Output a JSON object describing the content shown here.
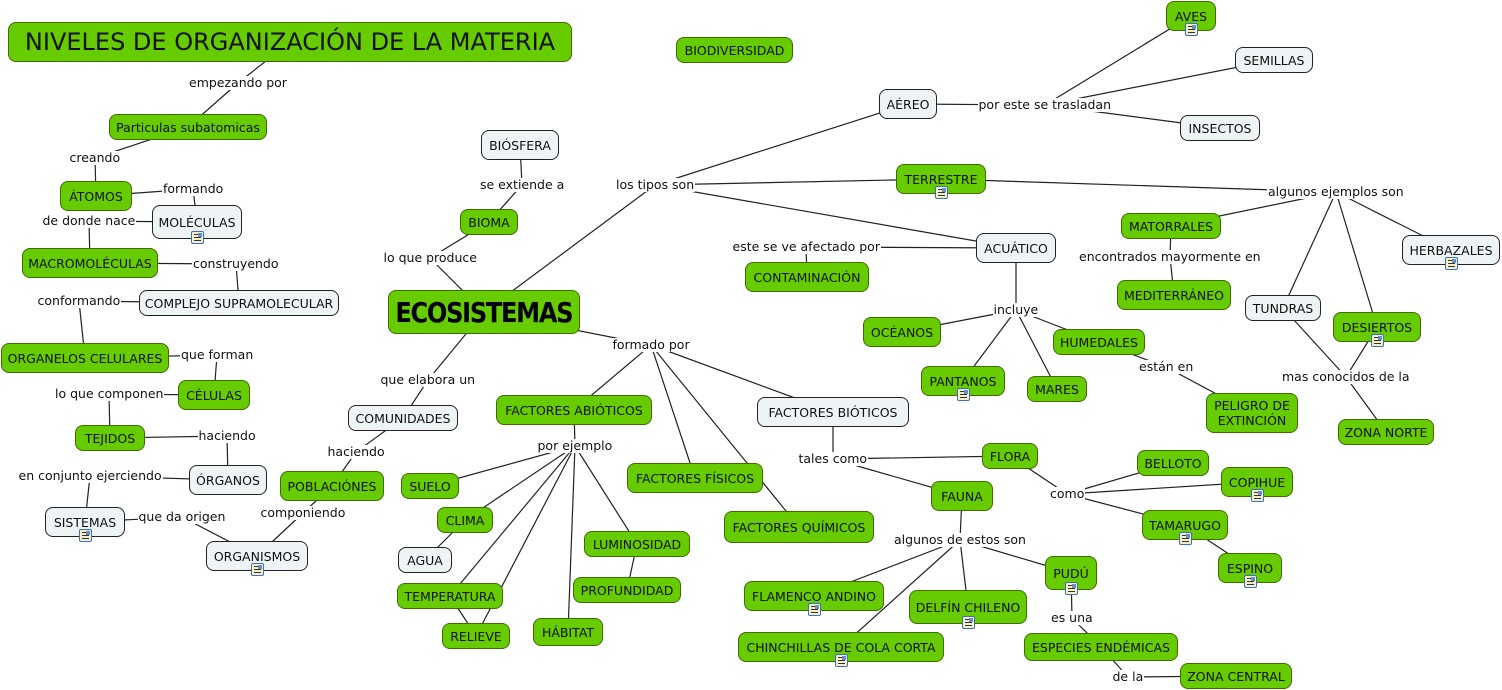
{
  "diagram": {
    "concepts": [
      {
        "id": "niveles",
        "text": "NIVELES DE ORGANIZACIÓN DE LA MATERIA",
        "style": "green"
      },
      {
        "id": "particulas",
        "text": "Particulas subatomicas",
        "style": "green"
      },
      {
        "id": "atomos",
        "text": "ÁTOMOS",
        "style": "green"
      },
      {
        "id": "moleculas",
        "text": "MOLÉCULAS",
        "style": "white",
        "resource": true
      },
      {
        "id": "macro",
        "text": "MACROMOLÉCULAS",
        "style": "green"
      },
      {
        "id": "complejo",
        "text": "COMPLEJO SUPRAMOLECULAR",
        "style": "white"
      },
      {
        "id": "organelos",
        "text": "ORGANELOS CELULARES",
        "style": "green"
      },
      {
        "id": "celulas",
        "text": "CÉLULAS",
        "style": "green"
      },
      {
        "id": "tejidos",
        "text": "TEJIDOS",
        "style": "green"
      },
      {
        "id": "organos",
        "text": "ÓRGANOS",
        "style": "white"
      },
      {
        "id": "sistemas",
        "text": "SISTEMAS",
        "style": "white",
        "resource": true
      },
      {
        "id": "organismos",
        "text": "ORGANISMOS",
        "style": "white",
        "resource": true
      },
      {
        "id": "poblaciones",
        "text": "POBLACIÓNES",
        "style": "green"
      },
      {
        "id": "comunidades",
        "text": "COMUNIDADES",
        "style": "white"
      },
      {
        "id": "ecosistemas",
        "text": "ECOSISTEMAS",
        "style": "green"
      },
      {
        "id": "bioma",
        "text": "BIOMA",
        "style": "green"
      },
      {
        "id": "biosfera",
        "text": "BIÓSFERA",
        "style": "white"
      },
      {
        "id": "biodiversidad",
        "text": "BIODIVERSIDAD",
        "style": "green"
      },
      {
        "id": "aereo",
        "text": "AÉREO",
        "style": "white"
      },
      {
        "id": "aves",
        "text": "AVES",
        "style": "green",
        "resource": true
      },
      {
        "id": "semillas",
        "text": "SEMILLAS",
        "style": "white"
      },
      {
        "id": "insectos",
        "text": "INSECTOS",
        "style": "white"
      },
      {
        "id": "terrestre",
        "text": "TERRESTRE",
        "style": "green",
        "resource": true
      },
      {
        "id": "acuatico",
        "text": "ACUÁTICO",
        "style": "white"
      },
      {
        "id": "contaminacion",
        "text": "CONTAMINACIÓN",
        "style": "green"
      },
      {
        "id": "oceanos",
        "text": "OCÉANOS",
        "style": "green"
      },
      {
        "id": "pantanos",
        "text": "PANTANOS",
        "style": "green",
        "resource": true
      },
      {
        "id": "mares",
        "text": "MARES",
        "style": "green"
      },
      {
        "id": "humedales",
        "text": "HUMEDALES",
        "style": "green"
      },
      {
        "id": "peligro",
        "text": "PELIGRO DE EXTINCIÓN",
        "style": "green"
      },
      {
        "id": "matorrales",
        "text": "MATORRALES",
        "style": "green"
      },
      {
        "id": "mediterraneo",
        "text": "MEDITERRÁNEO",
        "style": "green"
      },
      {
        "id": "herbazales",
        "text": "HERBAZALES",
        "style": "white",
        "resource": true
      },
      {
        "id": "tundras",
        "text": "TUNDRAS",
        "style": "white"
      },
      {
        "id": "desiertos",
        "text": "DESIERTOS",
        "style": "green",
        "resource": true
      },
      {
        "id": "zonanorte",
        "text": "ZONA NORTE",
        "style": "green"
      },
      {
        "id": "abioticos",
        "text": "FACTORES ABIÓTICOS",
        "style": "green"
      },
      {
        "id": "bioticos",
        "text": "FACTORES BIÓTICOS",
        "style": "white"
      },
      {
        "id": "fisicos",
        "text": "FACTORES FÍSICOS",
        "style": "green"
      },
      {
        "id": "quimicos",
        "text": "FACTORES QUÍMICOS",
        "style": "green"
      },
      {
        "id": "suelo",
        "text": "SUELO",
        "style": "green"
      },
      {
        "id": "clima",
        "text": "CLIMA",
        "style": "green"
      },
      {
        "id": "agua",
        "text": "AGUA",
        "style": "white"
      },
      {
        "id": "temperatura",
        "text": "TEMPERATURA",
        "style": "green"
      },
      {
        "id": "relieve",
        "text": "RELIEVE",
        "style": "green"
      },
      {
        "id": "habitat",
        "text": "HÁBITAT",
        "style": "green"
      },
      {
        "id": "luminosidad",
        "text": "LUMINOSIDAD",
        "style": "green"
      },
      {
        "id": "profundidad",
        "text": "PROFUNDIDAD",
        "style": "green"
      },
      {
        "id": "flora",
        "text": "FLORA",
        "style": "green"
      },
      {
        "id": "fauna",
        "text": "FAUNA",
        "style": "green"
      },
      {
        "id": "belloto",
        "text": "BELLOTO",
        "style": "green"
      },
      {
        "id": "copihue",
        "text": "COPIHUE",
        "style": "green",
        "resource": true
      },
      {
        "id": "tamarugo",
        "text": "TAMARUGO",
        "style": "green",
        "resource": true
      },
      {
        "id": "espino",
        "text": "ESPINO",
        "style": "green",
        "resource": true
      },
      {
        "id": "flamenco",
        "text": "FLAMENCO ANDINO",
        "style": "green",
        "resource": true
      },
      {
        "id": "delfin",
        "text": "DELFÍN CHILENO",
        "style": "green",
        "resource": true
      },
      {
        "id": "chinchillas",
        "text": "CHINCHILLAS DE COLA CORTA",
        "style": "green",
        "resource": true
      },
      {
        "id": "pudu",
        "text": "PUDÚ",
        "style": "green",
        "resource": true
      },
      {
        "id": "endemicas",
        "text": "ESPECIES ENDÉMICAS",
        "style": "green"
      },
      {
        "id": "zonacentral",
        "text": "ZONA CENTRAL",
        "style": "green"
      }
    ],
    "linking_phrases": [
      {
        "id": "l_empezando",
        "text": "empezando por"
      },
      {
        "id": "l_creando",
        "text": "creando"
      },
      {
        "id": "l_formando",
        "text": "formando"
      },
      {
        "id": "l_dedonde",
        "text": "de donde nace"
      },
      {
        "id": "l_construyendo",
        "text": "construyendo"
      },
      {
        "id": "l_conformando",
        "text": "conformando"
      },
      {
        "id": "l_queforman",
        "text": "que forman"
      },
      {
        "id": "l_loquecomponen",
        "text": "lo que componen"
      },
      {
        "id": "l_haciendo1",
        "text": "haciendo"
      },
      {
        "id": "l_enconjunto",
        "text": "en conjunto ejerciendo"
      },
      {
        "id": "l_quedaorigen",
        "text": "que da origen"
      },
      {
        "id": "l_componiendo",
        "text": "componiendo"
      },
      {
        "id": "l_haciendo2",
        "text": "haciendo"
      },
      {
        "id": "l_queelabora",
        "text": "que elabora un"
      },
      {
        "id": "l_loqueproduce",
        "text": "lo que produce"
      },
      {
        "id": "l_seextiende",
        "text": "se extiende a"
      },
      {
        "id": "l_lostipos",
        "text": "los tipos son"
      },
      {
        "id": "l_porestese",
        "text": "por este se trasladan"
      },
      {
        "id": "l_algunosej",
        "text": "algunos ejemplos son"
      },
      {
        "id": "l_afectado",
        "text": "este se ve afectado por"
      },
      {
        "id": "l_incluye",
        "text": "incluye"
      },
      {
        "id": "l_estanen",
        "text": "están en"
      },
      {
        "id": "l_encontrados",
        "text": "encontrados mayormente en"
      },
      {
        "id": "l_masconocidos",
        "text": "mas conocidos de la"
      },
      {
        "id": "l_formadopor",
        "text": "formado por"
      },
      {
        "id": "l_porejemplo",
        "text": "por ejemplo"
      },
      {
        "id": "l_talescomo",
        "text": "tales como"
      },
      {
        "id": "l_como",
        "text": "como"
      },
      {
        "id": "l_algunosestos",
        "text": "algunos de estos son"
      },
      {
        "id": "l_esuna",
        "text": "es una"
      },
      {
        "id": "l_dela",
        "text": "de la"
      }
    ],
    "connections": [
      [
        "niveles",
        "l_empezando"
      ],
      [
        "l_empezando",
        "particulas"
      ],
      [
        "particulas",
        "l_creando"
      ],
      [
        "l_creando",
        "atomos"
      ],
      [
        "atomos",
        "l_formando"
      ],
      [
        "l_formando",
        "moleculas"
      ],
      [
        "moleculas",
        "l_dedonde"
      ],
      [
        "l_dedonde",
        "macro"
      ],
      [
        "macro",
        "l_construyendo"
      ],
      [
        "l_construyendo",
        "complejo"
      ],
      [
        "complejo",
        "l_conformando"
      ],
      [
        "l_conformando",
        "organelos"
      ],
      [
        "organelos",
        "l_queforman"
      ],
      [
        "l_queforman",
        "celulas"
      ],
      [
        "celulas",
        "l_loquecomponen"
      ],
      [
        "l_loquecomponen",
        "tejidos"
      ],
      [
        "tejidos",
        "l_haciendo1"
      ],
      [
        "l_haciendo1",
        "organos"
      ],
      [
        "organos",
        "l_enconjunto"
      ],
      [
        "l_enconjunto",
        "sistemas"
      ],
      [
        "sistemas",
        "l_quedaorigen"
      ],
      [
        "l_quedaorigen",
        "organismos"
      ],
      [
        "poblaciones",
        "l_componiendo"
      ],
      [
        "l_componiendo",
        "organismos"
      ],
      [
        "comunidades",
        "l_haciendo2"
      ],
      [
        "l_haciendo2",
        "poblaciones"
      ],
      [
        "ecosistemas",
        "l_queelabora"
      ],
      [
        "l_queelabora",
        "comunidades"
      ],
      [
        "ecosistemas",
        "l_loqueproduce"
      ],
      [
        "l_loqueproduce",
        "bioma"
      ],
      [
        "bioma",
        "l_seextiende"
      ],
      [
        "l_seextiende",
        "biosfera"
      ],
      [
        "ecosistemas",
        "l_lostipos"
      ],
      [
        "l_lostipos",
        "aereo"
      ],
      [
        "l_lostipos",
        "terrestre"
      ],
      [
        "l_lostipos",
        "acuatico"
      ],
      [
        "aereo",
        "l_porestese"
      ],
      [
        "l_porestese",
        "aves"
      ],
      [
        "l_porestese",
        "semillas"
      ],
      [
        "l_porestese",
        "insectos"
      ],
      [
        "terrestre",
        "l_algunosej"
      ],
      [
        "l_algunosej",
        "matorrales"
      ],
      [
        "l_algunosej",
        "herbazales"
      ],
      [
        "l_algunosej",
        "tundras"
      ],
      [
        "l_algunosej",
        "desiertos"
      ],
      [
        "acuatico",
        "l_afectado"
      ],
      [
        "l_afectado",
        "contaminacion"
      ],
      [
        "acuatico",
        "l_incluye"
      ],
      [
        "l_incluye",
        "oceanos"
      ],
      [
        "l_incluye",
        "pantanos"
      ],
      [
        "l_incluye",
        "mares"
      ],
      [
        "l_incluye",
        "humedales"
      ],
      [
        "humedales",
        "l_estanen"
      ],
      [
        "l_estanen",
        "peligro"
      ],
      [
        "matorrales",
        "l_encontrados"
      ],
      [
        "l_encontrados",
        "mediterraneo"
      ],
      [
        "tundras",
        "l_masconocidos"
      ],
      [
        "desiertos",
        "l_masconocidos"
      ],
      [
        "l_masconocidos",
        "zonanorte"
      ],
      [
        "ecosistemas",
        "l_formadopor"
      ],
      [
        "l_formadopor",
        "abioticos"
      ],
      [
        "l_formadopor",
        "bioticos"
      ],
      [
        "l_formadopor",
        "fisicos"
      ],
      [
        "l_formadopor",
        "quimicos"
      ],
      [
        "abioticos",
        "l_porejemplo"
      ],
      [
        "l_porejemplo",
        "suelo"
      ],
      [
        "l_porejemplo",
        "clima"
      ],
      [
        "l_porejemplo",
        "temperatura"
      ],
      [
        "l_porejemplo",
        "relieve"
      ],
      [
        "l_porejemplo",
        "habitat"
      ],
      [
        "l_porejemplo",
        "luminosidad"
      ],
      [
        "clima",
        "agua"
      ],
      [
        "temperatura",
        "relieve"
      ],
      [
        "luminosidad",
        "profundidad"
      ],
      [
        "bioticos",
        "l_talescomo"
      ],
      [
        "l_talescomo",
        "flora"
      ],
      [
        "l_talescomo",
        "fauna"
      ],
      [
        "flora",
        "l_como"
      ],
      [
        "l_como",
        "belloto"
      ],
      [
        "l_como",
        "copihue"
      ],
      [
        "l_como",
        "tamarugo"
      ],
      [
        "tamarugo",
        "espino"
      ],
      [
        "fauna",
        "l_algunosestos"
      ],
      [
        "l_algunosestos",
        "flamenco"
      ],
      [
        "l_algunosestos",
        "chinchillas"
      ],
      [
        "l_algunosestos",
        "delfin"
      ],
      [
        "l_algunosestos",
        "pudu"
      ],
      [
        "pudu",
        "l_esuna"
      ],
      [
        "l_esuna",
        "endemicas"
      ],
      [
        "endemicas",
        "l_dela"
      ],
      [
        "l_dela",
        "zonacentral"
      ]
    ]
  }
}
